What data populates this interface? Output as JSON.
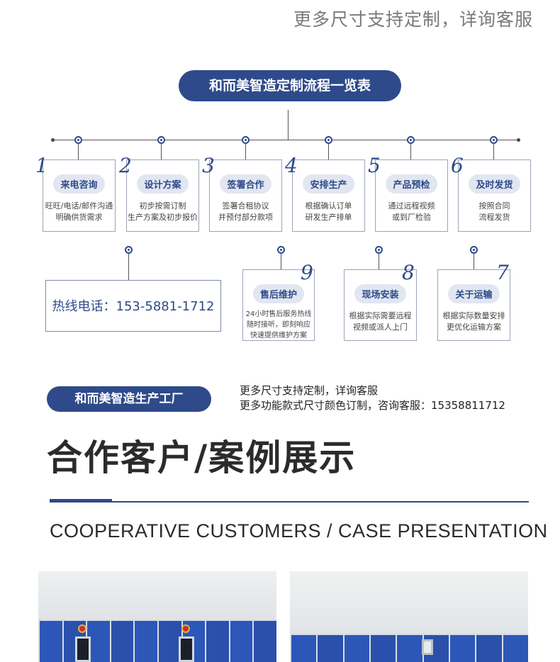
{
  "top_note": "更多尺寸支持定制，详询客服",
  "flow": {
    "title": "和而美智造定制流程一览表",
    "steps": [
      {
        "num": "1",
        "label": "来电咨询",
        "desc1": "旺旺/电话/邮件沟通",
        "desc2": "明确供货需求"
      },
      {
        "num": "2",
        "label": "设计方案",
        "desc1": "初步按需订制",
        "desc2": "生产方案及初步报价"
      },
      {
        "num": "3",
        "label": "签署合作",
        "desc1": "签署合租协议",
        "desc2": "并预付部分款项"
      },
      {
        "num": "4",
        "label": "安排生产",
        "desc1": "根据确认订单",
        "desc2": "研发生产排单"
      },
      {
        "num": "5",
        "label": "产品预检",
        "desc1": "通过远程视频",
        "desc2": "或到厂检验"
      },
      {
        "num": "6",
        "label": "及时发货",
        "desc1": "按照合同",
        "desc2": "流程发货"
      },
      {
        "num": "9",
        "label": "售后维护",
        "desc1": "24小时售后服务热线",
        "desc2": "随时接听，即刻响应",
        "desc3": "快速提供维护方案"
      },
      {
        "num": "8",
        "label": "现场安装",
        "desc1": "根据实际需要远程",
        "desc2": "视频或派人上门"
      },
      {
        "num": "7",
        "label": "关于运输",
        "desc1": "根据实际数量安排",
        "desc2": "更优化运输方案"
      }
    ],
    "hotline": "热线电话：153-5881-1712"
  },
  "factory": {
    "title": "和而美智造生产工厂",
    "line1": "更多尺寸支持定制，详询客服",
    "line2": "更多功能款式尺寸颜色订制，咨询客服：15358811712"
  },
  "section": {
    "title": "合作客户/案例展示",
    "subtitle": "COOPERATIVE CUSTOMERS / CASE PRESENTATION"
  },
  "colors": {
    "accent": "#2e4a8a",
    "label_bg": "#e1e6f1",
    "locker_blue": "#2c57b8"
  }
}
